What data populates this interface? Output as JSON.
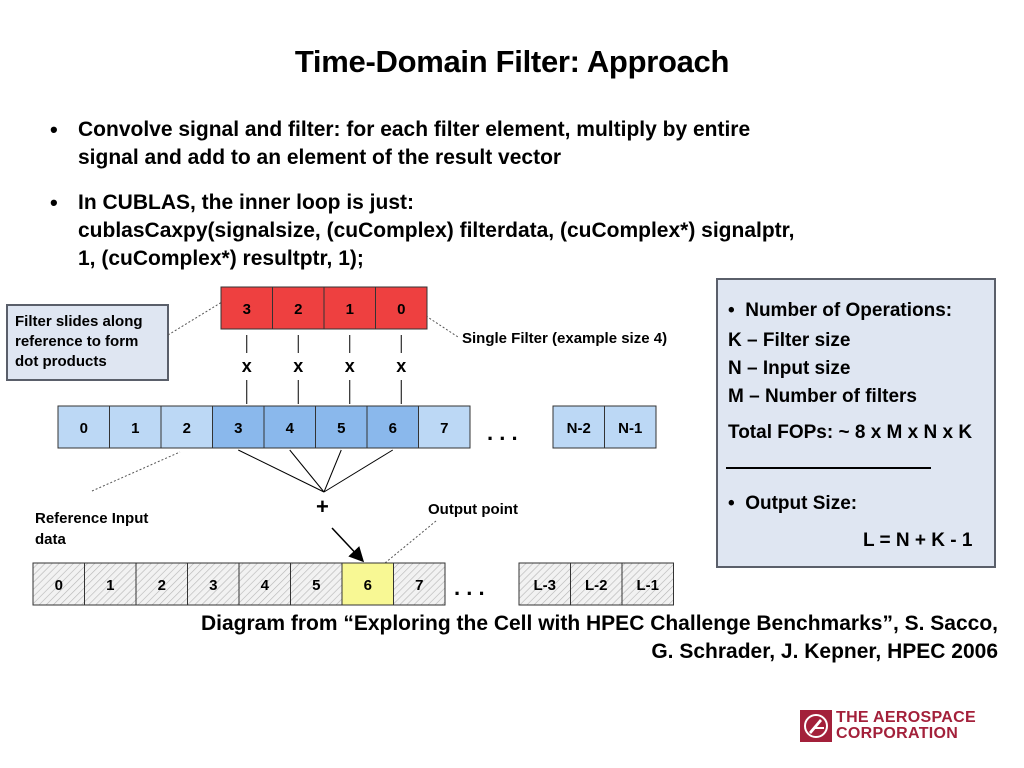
{
  "title": "Time-Domain Filter: Approach",
  "bullets": [
    {
      "lines": [
        "Convolve signal and filter: for each filter element, multiply by entire",
        "signal and add to an element of the result vector"
      ]
    },
    {
      "lines": [
        "In CUBLAS, the inner loop is just:",
        "cublasCaxpy(signalsize, (cuComplex) filterdata, (cuComplex*) signalptr,",
        "1, (cuComplex*) resultptr, 1);"
      ]
    }
  ],
  "diagram": {
    "callout_filter_slides": [
      "Filter slides along",
      "reference to form",
      "dot products"
    ],
    "filter_label": "Single Filter (example size 4)",
    "filter_cells": [
      "3",
      "2",
      "1",
      "0"
    ],
    "multiply_signs": [
      "x",
      "x",
      "x",
      "x"
    ],
    "input_cells": [
      "0",
      "1",
      "2",
      "3",
      "4",
      "5",
      "6",
      "7"
    ],
    "input_tail_cells": [
      "N-2",
      "N-1"
    ],
    "ellipsis": ". . .",
    "plus": "+",
    "output_point_label": "Output point",
    "reference_label": [
      "Reference Input",
      "data"
    ],
    "output_cells": [
      "0",
      "1",
      "2",
      "3",
      "4",
      "5",
      "6",
      "7"
    ],
    "output_tail_cells": [
      "L-3",
      "L-2",
      "L-1"
    ],
    "highlight_output_index": 6,
    "colors": {
      "filter": "#ee4040",
      "input": "#bcd8f5",
      "input_active": "#8ab8ec",
      "output_highlight": "#f8f894",
      "callout_bg": "#dfe6f2"
    }
  },
  "ops": {
    "bullet1": "Number of Operations:",
    "k": "K – Filter size",
    "n": "N – Input size",
    "m": "M – Number of filters",
    "total": "Total FOPs: ~ 8 x M x N x K",
    "bullet2": "Output Size:",
    "formula": "L = N + K - 1"
  },
  "citation": {
    "line1": "Diagram from “Exploring the Cell with HPEC Challenge Benchmarks”, S. Sacco,",
    "line2": "G. Schrader, J. Kepner, HPEC 2006"
  },
  "logo": {
    "line1": "THE AEROSPACE",
    "line2": "CORPORATION"
  }
}
